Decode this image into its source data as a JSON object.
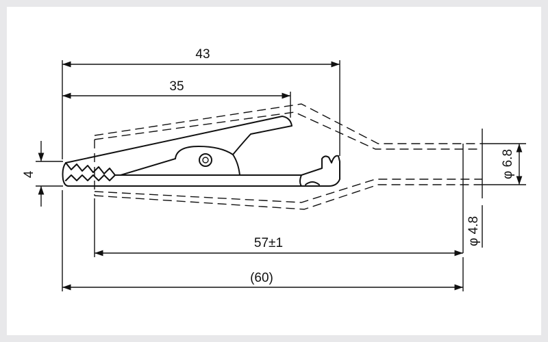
{
  "diagram": {
    "dimensions": {
      "overall_43": "43",
      "jaw_35": "35",
      "jaw_height_4": "4",
      "length_57": "57±1",
      "total_60": "(60)",
      "dia_6_8": "6.8",
      "dia_4_8": "4.8"
    },
    "phi_symbol": "φ"
  }
}
